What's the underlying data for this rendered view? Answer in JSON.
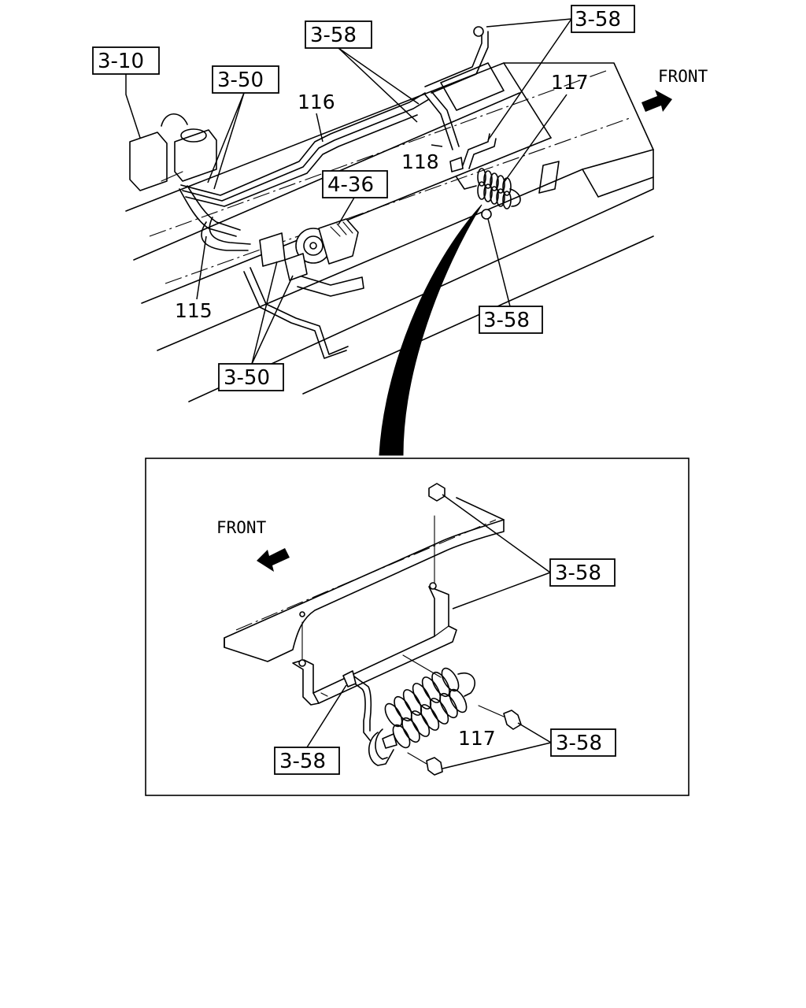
{
  "refs": {
    "r_3_10": "3-10",
    "r_3_50_top": "3-50",
    "r_3_58_a": "3-58",
    "r_3_58_b": "3-58",
    "r_4_36": "4-36",
    "r_3_58_c": "3-58",
    "r_3_50_bottom": "3-50",
    "d_3_58_top": "3-58",
    "d_3_58_left": "3-58",
    "d_3_58_right": "3-58"
  },
  "parts": {
    "p116": "116",
    "p117": "117",
    "p118": "118",
    "p115": "115",
    "d117": "117"
  },
  "front": {
    "top": "FRONT",
    "detail": "FRONT"
  },
  "icons": [
    "arrow-front-icon",
    "arrow-front-icon"
  ]
}
